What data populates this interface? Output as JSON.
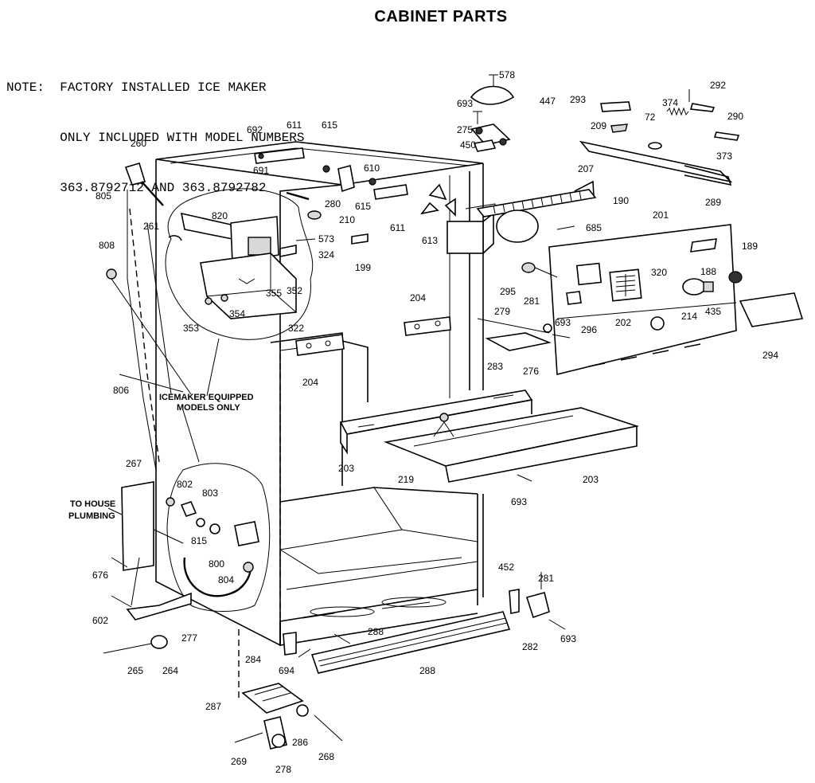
{
  "title": "CABINET PARTS",
  "note": {
    "line1": "NOTE:  FACTORY INSTALLED ICE MAKER",
    "line2": "       ONLY INCLUDED WITH MODEL NUMBERS",
    "line3": "       363.8792712 AND 363.8792782"
  },
  "captions": {
    "icemaker_line1": "ICEMAKER EQUIPPED",
    "icemaker_line2": "MODELS ONLY",
    "plumbing_line1": "TO HOUSE",
    "plumbing_line2": "PLUMBING"
  },
  "callouts": [
    {
      "text": "578"
    },
    {
      "text": "693"
    },
    {
      "text": "447"
    },
    {
      "text": "275"
    },
    {
      "text": "450"
    },
    {
      "text": "293"
    },
    {
      "text": "292"
    },
    {
      "text": "374"
    },
    {
      "text": "290"
    },
    {
      "text": "209"
    },
    {
      "text": "72"
    },
    {
      "text": "373"
    },
    {
      "text": "207"
    },
    {
      "text": "190"
    },
    {
      "text": "289"
    },
    {
      "text": "692"
    },
    {
      "text": "611"
    },
    {
      "text": "615"
    },
    {
      "text": "610"
    },
    {
      "text": "691"
    },
    {
      "text": "280"
    },
    {
      "text": "615"
    },
    {
      "text": "611"
    },
    {
      "text": "613"
    },
    {
      "text": "685"
    },
    {
      "text": "201"
    },
    {
      "text": "260"
    },
    {
      "text": "805"
    },
    {
      "text": "261"
    },
    {
      "text": "820"
    },
    {
      "text": "210"
    },
    {
      "text": "573"
    },
    {
      "text": "324"
    },
    {
      "text": "199"
    },
    {
      "text": "189"
    },
    {
      "text": "808"
    },
    {
      "text": "355"
    },
    {
      "text": "352"
    },
    {
      "text": "353"
    },
    {
      "text": "354"
    },
    {
      "text": "322"
    },
    {
      "text": "320"
    },
    {
      "text": "188"
    },
    {
      "text": "295"
    },
    {
      "text": "281"
    },
    {
      "text": "204"
    },
    {
      "text": "279"
    },
    {
      "text": "693"
    },
    {
      "text": "202"
    },
    {
      "text": "296"
    },
    {
      "text": "214"
    },
    {
      "text": "435"
    },
    {
      "text": "283"
    },
    {
      "text": "276"
    },
    {
      "text": "294"
    },
    {
      "text": "204"
    },
    {
      "text": "806"
    },
    {
      "text": "203"
    },
    {
      "text": "219"
    },
    {
      "text": "203"
    },
    {
      "text": "267"
    },
    {
      "text": "802"
    },
    {
      "text": "803"
    },
    {
      "text": "693"
    },
    {
      "text": "815"
    },
    {
      "text": "800"
    },
    {
      "text": "804"
    },
    {
      "text": "676"
    },
    {
      "text": "602"
    },
    {
      "text": "277"
    },
    {
      "text": "452"
    },
    {
      "text": "281"
    },
    {
      "text": "288"
    },
    {
      "text": "282"
    },
    {
      "text": "693"
    },
    {
      "text": "284"
    },
    {
      "text": "694"
    },
    {
      "text": "288"
    },
    {
      "text": "265"
    },
    {
      "text": "264"
    },
    {
      "text": "287"
    },
    {
      "text": "286"
    },
    {
      "text": "268"
    },
    {
      "text": "269"
    },
    {
      "text": "278"
    }
  ]
}
